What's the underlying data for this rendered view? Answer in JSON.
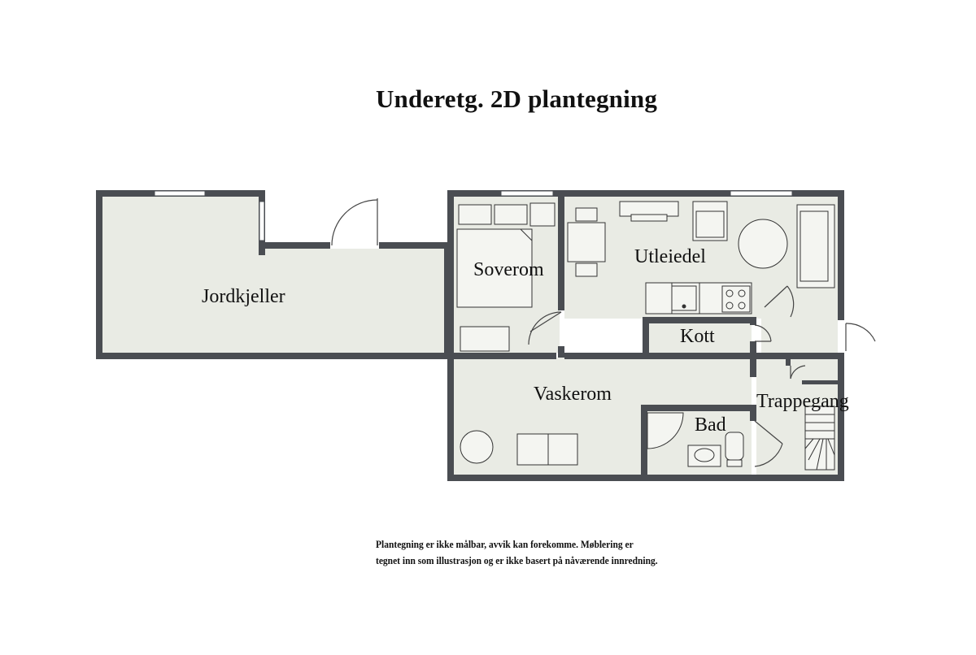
{
  "title": "Underetg. 2D plantegning",
  "rooms": {
    "jordkjeller": "Jordkjeller",
    "soverom": "Soverom",
    "utleiedel": "Utleiedel",
    "kott": "Kott",
    "vaskerom": "Vaskerom",
    "bad": "Bad",
    "trappegang": "Trappegang"
  },
  "footer": {
    "line1": "Plantegning er ikke målbar, avvik kan forekomme. Møblering er",
    "line2": "tegnet inn som illustrasjon og er ikke basert på nåværende innredning."
  },
  "colors": {
    "wall": "#4a4d52",
    "floor": "#e9ebe4",
    "furniture_stroke": "#333333",
    "furniture_fill": "#f4f5f1",
    "door": "#444444"
  }
}
